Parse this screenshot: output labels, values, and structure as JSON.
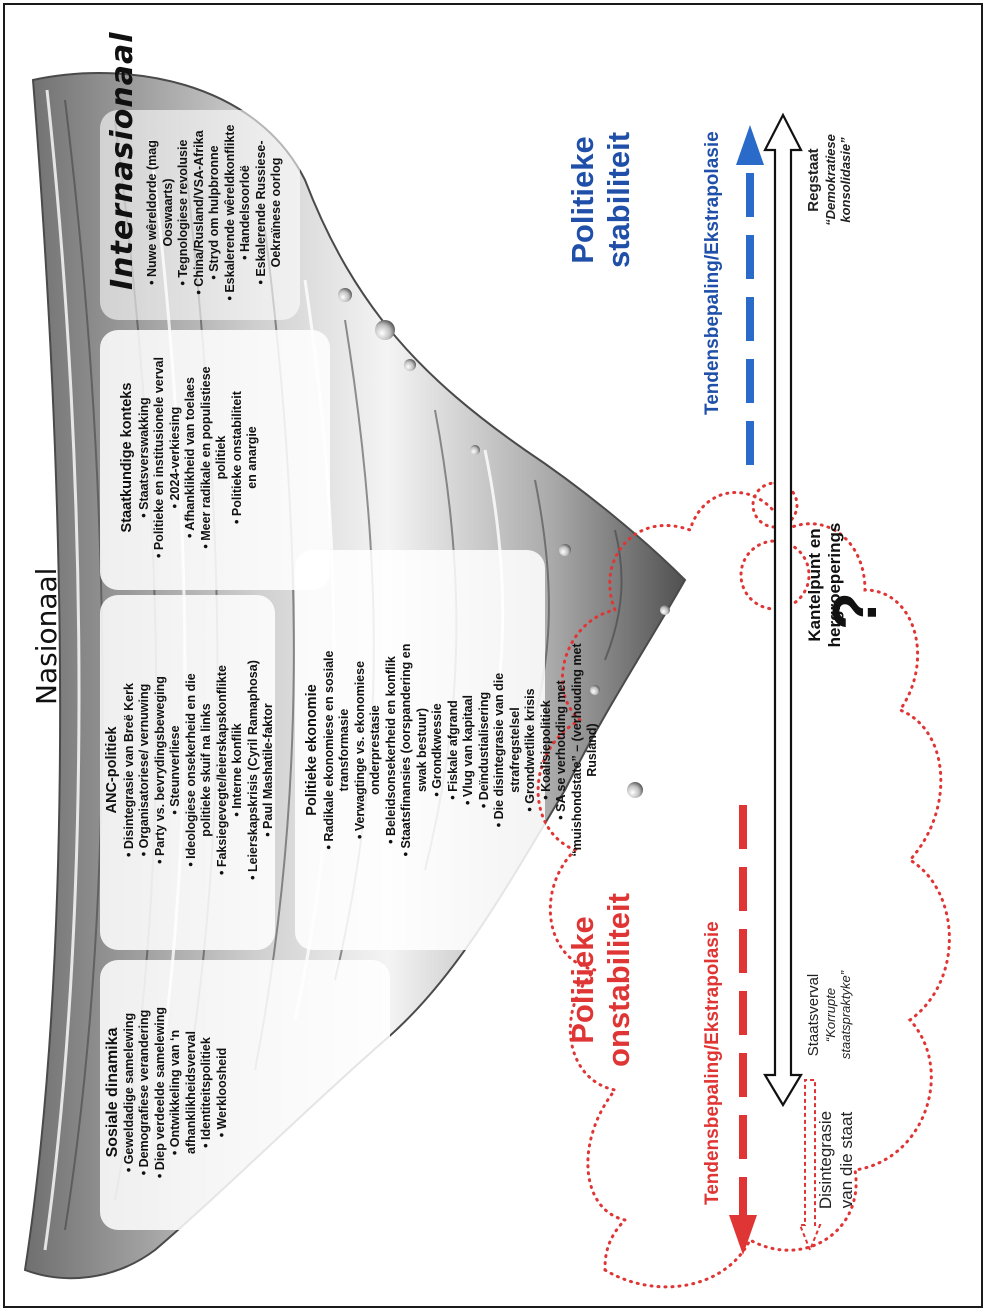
{
  "headings": {
    "national": "Nasionaal",
    "international": "Internasionaal"
  },
  "sections": {
    "social": {
      "title": "Sosiale dinamika",
      "items": [
        "• Geweldadige samelewing",
        "• Demografiese verandering",
        "• Diep verdeelde samelewing",
        "• Ontwikkeling van ‘n",
        "afhanklikheidsverval",
        "• Identiteitspolitiek",
        "• Werkloosheid"
      ]
    },
    "anc": {
      "title": "ANC-politiek",
      "items": [
        "• Disintegrasie van Breë Kerk",
        "• Organisatoriese/ vernuwing",
        "• Party vs. bevrydingsbeweging",
        "• Steunverliese",
        "• Ideologiese onsekerheid en die",
        "politieke skuif na links",
        "• Faksiegevegte/leierskapskonflikte",
        "• Interne konflik",
        "• Leierskapskrisis (Cyril Ramaphosa)",
        "• Paul Mashatile-faktor"
      ]
    },
    "economy": {
      "title": "Politieke ekonomie",
      "items": [
        "• Radikale ekonomiese en sosiale",
        "transformasie",
        "• Verwagtinge vs. ekonomiese",
        "onderprestasie",
        "• Beleidsonsekerheid en konflik",
        "• Staatsfinansies (oorspandering en",
        "swak bestuur)",
        "• Grondkwessie",
        "• Fiskale afgrand",
        "• Vlug van kapitaal",
        "• Deïndustialisering",
        "• Die disintegrasie van die",
        "strafregstelsel",
        "• Grondwetlike krisis",
        "• Koalisiepolitiek",
        "• SA se verhouding met",
        "“muishondstate” – (verhouding met",
        "Rusland)"
      ]
    },
    "state": {
      "title": "Staatkundige konteks",
      "items": [
        "• Staatsverswakking",
        "• Politieke en institusionele verval",
        "• 2024-verkiesing",
        "• Afhanklikheid van toelaes",
        "• Meer radikale en populistiese",
        "politiek",
        "• Politieke onstabiliteit",
        "en anargie"
      ]
    },
    "international": {
      "items": [
        "• Nuwe wêreldorde (mag",
        "Ooswaarts)",
        "• Tegnologiese revolusie",
        "• China/Rusland/VSA-Afrika",
        "• Stryd om hulpbronne",
        "• Eskalerende wêreldkonflikte",
        "• Handelsoorloë",
        "• Eskalerende Russiese-",
        "Oekraïnese oorlog"
      ]
    }
  },
  "outcomes": {
    "instability": {
      "line1": "Politieke",
      "line2": "onstabiliteit",
      "color": "#e03535"
    },
    "stability": {
      "line1": "Politieke",
      "line2": "stabiliteit",
      "color": "#1f4fa8"
    }
  },
  "trend_labels": {
    "left": "Tendensbepaling/Ekstrapolasie",
    "right": "Tendensbepaling/Ekstrapolasie"
  },
  "axis": {
    "disintegration": {
      "line1": "Disintegrasie",
      "line2": "van die staat"
    },
    "decay": {
      "line1": "Staatsverval",
      "quote1": "“Korrupte",
      "quote2": "staatspraktyke”"
    },
    "tipping": {
      "line1": "Kantelpunt en",
      "line2": "hergroeperings",
      "mark": "?"
    },
    "rule_of_law": {
      "line1": "Regstaat",
      "quote1": "“Demokratiese",
      "quote2": "konsolidasie”"
    }
  },
  "colors": {
    "red": "#e03535",
    "blue": "#2a6ac8",
    "ink": "#111111"
  },
  "icons": [
    "whirlpool-illustration",
    "red-dotted-cloud",
    "question-mark"
  ]
}
